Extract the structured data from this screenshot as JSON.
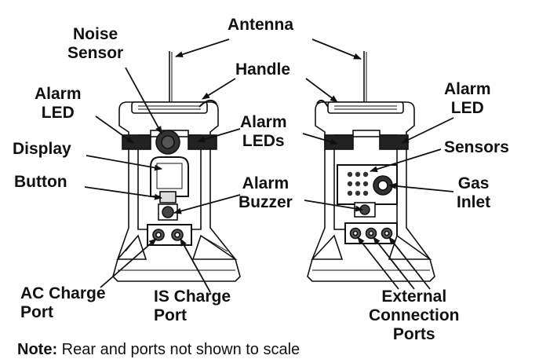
{
  "labels": {
    "antenna": "Antenna",
    "noise_sensor": [
      "Noise",
      "Sensor"
    ],
    "handle": "Handle",
    "alarm_led_left": [
      "Alarm",
      "LED"
    ],
    "alarm_leds": [
      "Alarm",
      "LEDs"
    ],
    "display": "Display",
    "button": "Button",
    "alarm_buzzer": [
      "Alarm",
      "Buzzer"
    ],
    "ac_charge_port": [
      "AC Charge",
      "Port"
    ],
    "is_charge_port": [
      "IS Charge",
      "Port"
    ],
    "alarm_led_right": [
      "Alarm",
      "LED"
    ],
    "sensors": "Sensors",
    "gas_inlet": [
      "Gas",
      "Inlet"
    ],
    "external_connection_ports": [
      "External",
      "Connection",
      "Ports"
    ]
  },
  "note": {
    "prefix": "Note:",
    "text": "Rear and ports not shown to scale"
  },
  "colors": {
    "line": "#111111",
    "fill": "#ffffff",
    "shade": "#d9d9d9",
    "dark": "#333333"
  }
}
